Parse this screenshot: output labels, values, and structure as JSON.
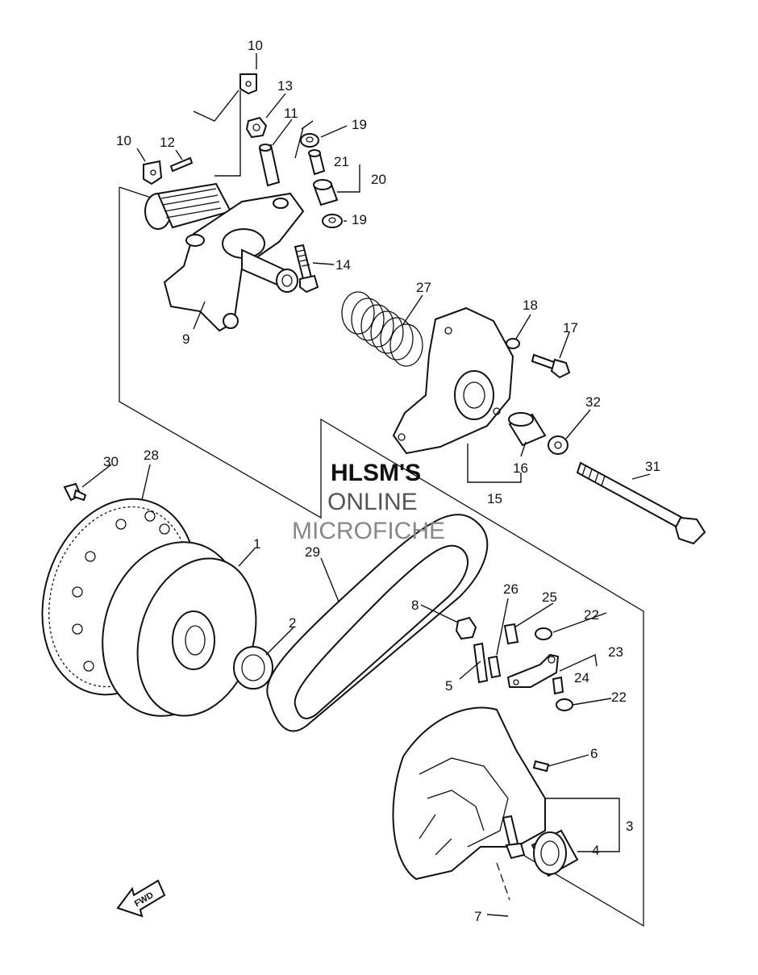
{
  "watermark": {
    "line1": "HLSM'S",
    "line2": "ONLINE",
    "line3": "MICROFICHE"
  },
  "direction_label": "FWD",
  "callouts": [
    "1",
    "2",
    "3",
    "4",
    "5",
    "6",
    "7",
    "8",
    "9",
    "10",
    "10",
    "11",
    "12",
    "13",
    "14",
    "15",
    "16",
    "17",
    "18",
    "19",
    "19",
    "20",
    "21",
    "22",
    "22",
    "23",
    "24",
    "25",
    "26",
    "27",
    "28",
    "29",
    "30",
    "31",
    "32"
  ]
}
